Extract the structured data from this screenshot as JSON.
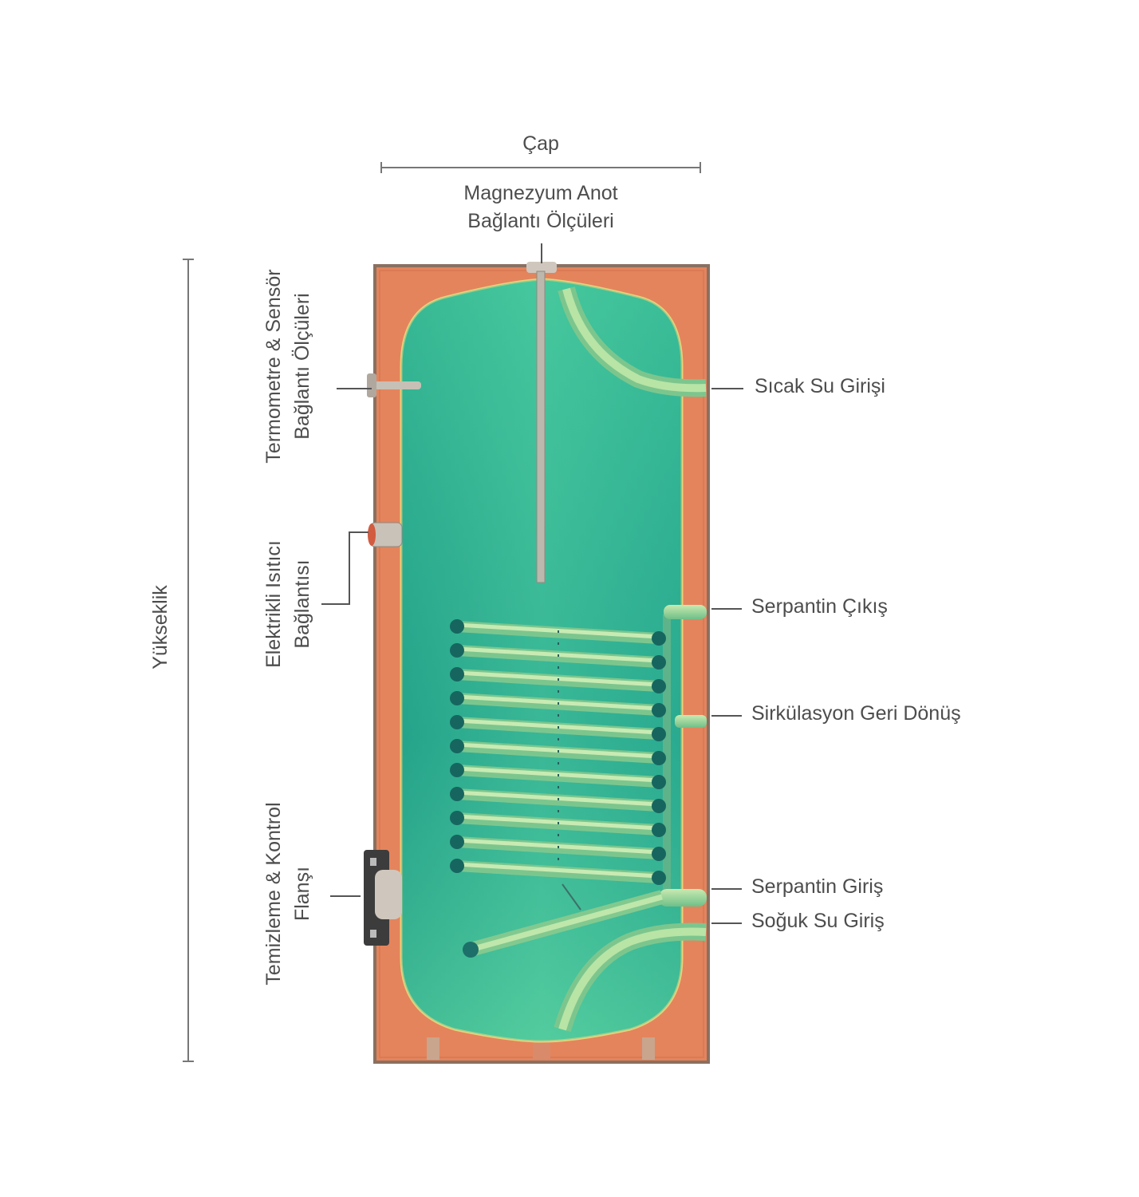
{
  "labels": {
    "diameter": "Çap",
    "anode_line1": "Magnezyum Anot",
    "anode_line2": "Bağlantı Ölçüleri",
    "height": "Yükseklik",
    "thermo_line1": "Termometre & Sensör",
    "thermo_line2": "Bağlantı Ölçüleri",
    "heater_line1": "Elektrikli Isıtıcı",
    "heater_line2": "Bağlantısı",
    "flange_line1": "Temizleme & Kontrol",
    "flange_line2": "Flanşı",
    "hot_water": "Sıcak Su Girişi",
    "coil_out": "Serpantin Çıkış",
    "circulation": "Sirkülasyon Geri Dönüş",
    "coil_in": "Serpantin Giriş",
    "cold_water": "Soğuk Su Giriş"
  },
  "colors": {
    "insulation": "#e4835c",
    "outer_frame": "#8a7060",
    "water": "#3fbf9a",
    "water_dark": "#2a9e8a",
    "coil": "#a8d99a",
    "pipe": "#9fd59a",
    "dim_line": "#777777"
  }
}
